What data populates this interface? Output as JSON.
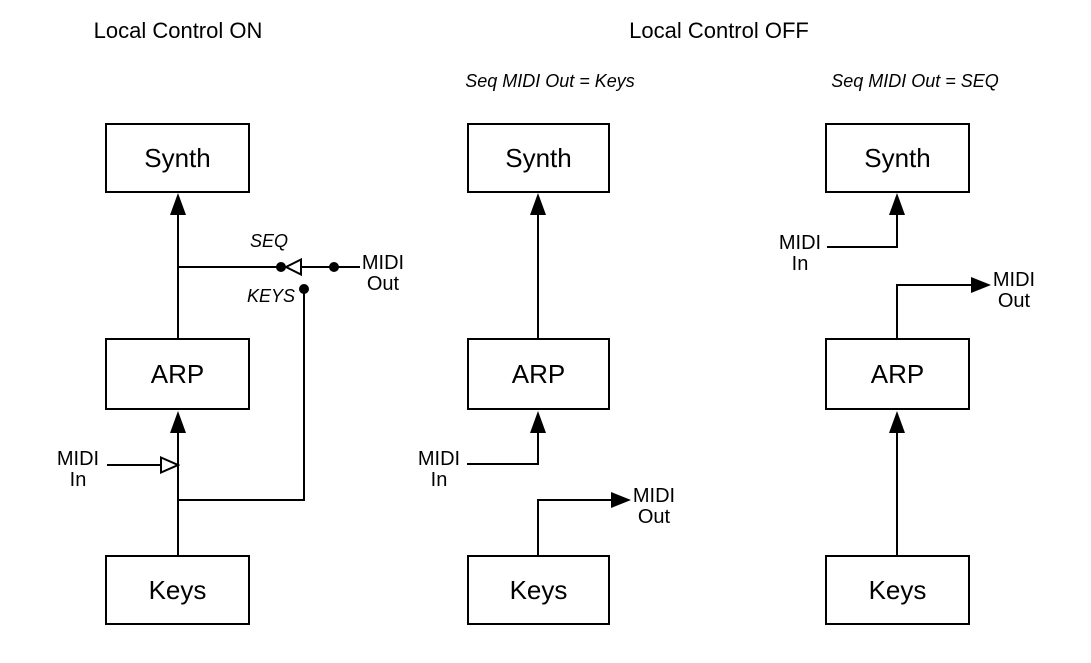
{
  "titles": {
    "local_on": "Local Control ON",
    "local_off": "Local Control OFF"
  },
  "colors": {
    "ink": "#000000",
    "background": "#ffffff"
  },
  "diagram_on": {
    "boxes": {
      "synth": "Synth",
      "arp": "ARP",
      "keys": "Keys"
    },
    "switch": {
      "seq": "SEQ",
      "keys": "KEYS"
    },
    "midi_in": {
      "line1": "MIDI",
      "line2": "In"
    },
    "midi_out": {
      "line1": "MIDI",
      "line2": "Out"
    }
  },
  "diagram_off_keys": {
    "subtitle": "Seq MIDI Out = Keys",
    "boxes": {
      "synth": "Synth",
      "arp": "ARP",
      "keys": "Keys"
    },
    "midi_in": {
      "line1": "MIDI",
      "line2": "In"
    },
    "midi_out": {
      "line1": "MIDI",
      "line2": "Out"
    }
  },
  "diagram_off_seq": {
    "subtitle": "Seq MIDI Out = SEQ",
    "boxes": {
      "synth": "Synth",
      "arp": "ARP",
      "keys": "Keys"
    },
    "midi_in": {
      "line1": "MIDI",
      "line2": "In"
    },
    "midi_out": {
      "line1": "MIDI",
      "line2": "Out"
    }
  }
}
